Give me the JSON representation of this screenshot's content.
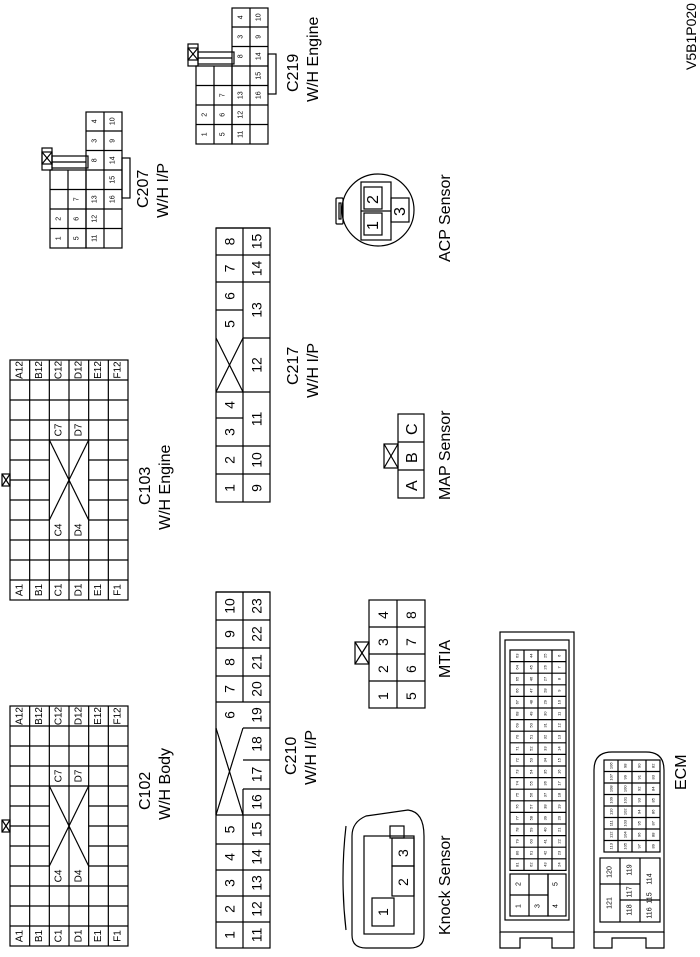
{
  "figure_code": "V5B1P020",
  "connectors": {
    "c102": {
      "name": "C102",
      "harness": "W/H Body",
      "row_labels": [
        "A1",
        "B1",
        "C1",
        "D1",
        "E1",
        "F1"
      ],
      "end_labels": [
        "A12",
        "B12",
        "C12",
        "D12",
        "E12",
        "F12"
      ],
      "center_labels": [
        "C4",
        "D4",
        "C7",
        "D7"
      ]
    },
    "c103": {
      "name": "C103",
      "harness": "W/H Engine",
      "row_labels": [
        "A1",
        "B1",
        "C1",
        "D1",
        "E1",
        "F1"
      ],
      "end_labels": [
        "A12",
        "B12",
        "C12",
        "D12",
        "E12",
        "F12"
      ],
      "center_labels": [
        "C4",
        "D4",
        "C7",
        "D7"
      ]
    },
    "c210": {
      "name": "C210",
      "harness": "W/H I/P",
      "pins": [
        "1",
        "2",
        "3",
        "4",
        "5",
        "6",
        "7",
        "8",
        "9",
        "10",
        "11",
        "12",
        "13",
        "14",
        "15",
        "16",
        "17",
        "18",
        "19",
        "20",
        "21",
        "22",
        "23"
      ]
    },
    "c217": {
      "name": "C217",
      "harness": "W/H I/P",
      "pins": [
        "1",
        "2",
        "3",
        "4",
        "5",
        "6",
        "7",
        "8",
        "9",
        "10",
        "11",
        "12",
        "13",
        "14",
        "15"
      ]
    },
    "c207": {
      "name": "C207",
      "harness": "W/H I/P",
      "pins": [
        "1",
        "2",
        "3",
        "4",
        "5",
        "6",
        "7",
        "8",
        "9",
        "10",
        "11",
        "12",
        "13",
        "14",
        "15",
        "16"
      ]
    },
    "c219": {
      "name": "C219",
      "harness": "W/H Engine",
      "pins": [
        "1",
        "2",
        "3",
        "4",
        "5",
        "6",
        "7",
        "8",
        "9",
        "10",
        "11",
        "12",
        "13",
        "14",
        "15",
        "16"
      ]
    },
    "acp": {
      "name": "ACP Sensor",
      "pins": [
        "1",
        "2",
        "3"
      ]
    },
    "map": {
      "name": "MAP Sensor",
      "pins": [
        "A",
        "B",
        "C"
      ]
    },
    "mtia": {
      "name": "MTIA",
      "pins": [
        "1",
        "2",
        "3",
        "4",
        "5",
        "6",
        "7",
        "8"
      ]
    },
    "knock": {
      "name": "Knock Sensor",
      "pins": [
        "1",
        "2",
        "3"
      ]
    },
    "ecm": {
      "name": "ECM",
      "pins_a": [
        "1",
        "2",
        "3",
        "4",
        "5"
      ],
      "pins_b": [
        "116",
        "115",
        "114",
        "117",
        "118",
        "119",
        "120",
        "121"
      ],
      "pins_c_rows": [
        [
          "24",
          "23",
          "22",
          "21",
          "20",
          "19",
          "18",
          "17",
          "16",
          "15",
          "14",
          "13",
          "12",
          "11",
          "10",
          "9",
          "8",
          "7",
          "6"
        ],
        [
          "43",
          "42",
          "41",
          "40",
          "39",
          "38",
          "37",
          "36",
          "35",
          "34",
          "33",
          "32",
          "31",
          "30",
          "29",
          "28",
          "27",
          "26",
          "25"
        ],
        [
          "62",
          "61",
          "60",
          "59",
          "58",
          "57",
          "56",
          "55",
          "54",
          "53",
          "52",
          "51",
          "50",
          "49",
          "48",
          "47",
          "46",
          "45",
          "44"
        ],
        [
          "81",
          "80",
          "79",
          "78",
          "77",
          "76",
          "75",
          "74",
          "73",
          "72",
          "71",
          "70",
          "69",
          "68",
          "67",
          "66",
          "65",
          "64",
          "63"
        ]
      ],
      "pins_d_rows": [
        [
          "89",
          "88",
          "87",
          "86",
          "85",
          "84",
          "83",
          "82"
        ],
        [
          "97",
          "96",
          "95",
          "94",
          "93",
          "92",
          "91",
          "90"
        ],
        [
          "105",
          "104",
          "103",
          "102",
          "101",
          "100",
          "99",
          "98"
        ],
        [
          "113",
          "112",
          "111",
          "110",
          "109",
          "108",
          "107",
          "106"
        ]
      ]
    }
  }
}
